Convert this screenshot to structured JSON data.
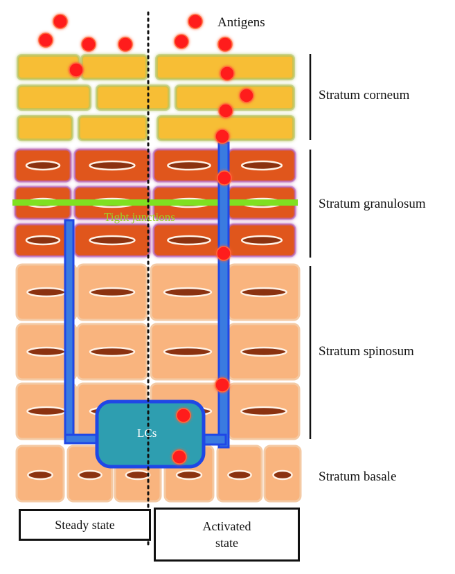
{
  "labels": {
    "antigens": "Antigens",
    "stratum_corneum": "Stratum corneum",
    "stratum_granulosum": "Stratum granulosum",
    "stratum_spinosum": "Stratum spinosum",
    "stratum_basale": "Stratum basale",
    "tight_junctions": "Tight junctions",
    "lcs": "LCs"
  },
  "states": {
    "steady": "Steady state",
    "activated_line1": "Activated",
    "activated_line2": "state"
  },
  "colors": {
    "corneum_cell": "#f7be34",
    "corneum_glow": "#a9c46a",
    "granulosum_cell": "#e0561c",
    "granulosum_glow": "#b06ad0",
    "spinosum_cell": "#f9b47e",
    "basale_cell": "#f9b47e",
    "nucleus": "#8b3210",
    "tight_junction": "#7fe021",
    "lc_body": "#2e9eb0",
    "lc_border": "#1f47e6",
    "antigen": "#ff1a1a"
  },
  "icons": [
    "antigen-dot",
    "langerhans-cell",
    "nucleus"
  ]
}
